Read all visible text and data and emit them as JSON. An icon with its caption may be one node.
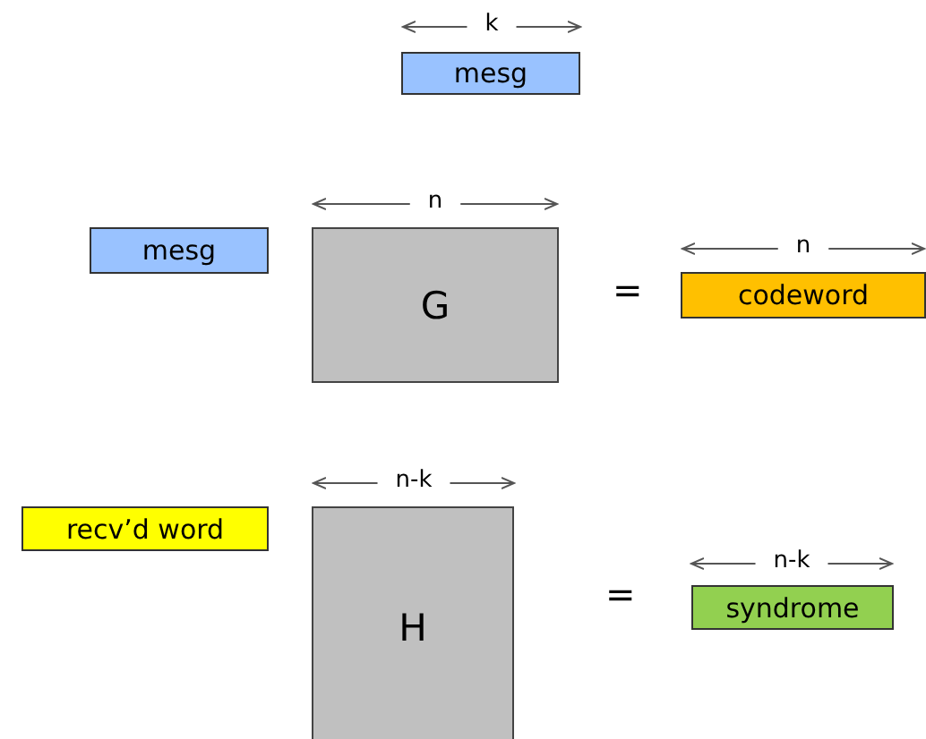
{
  "diagram": {
    "nodes": [
      {
        "text": [
          "mesg"
        ],
        "beside": [
          "k"
        ]
      },
      {
        "text": [
          "mesg"
        ]
      },
      {
        "text": [
          "G"
        ],
        "beside": [
          "n"
        ]
      },
      {
        "text": [
          "codeword"
        ],
        "beside": [
          "n"
        ]
      },
      {
        "text": [
          "recv’d word"
        ]
      },
      {
        "text": [
          "H"
        ],
        "beside": [
          "n-k"
        ]
      },
      {
        "text": [
          "syndrome"
        ],
        "beside": [
          "n-k"
        ]
      }
    ],
    "labels": [
      "=",
      "="
    ]
  }
}
